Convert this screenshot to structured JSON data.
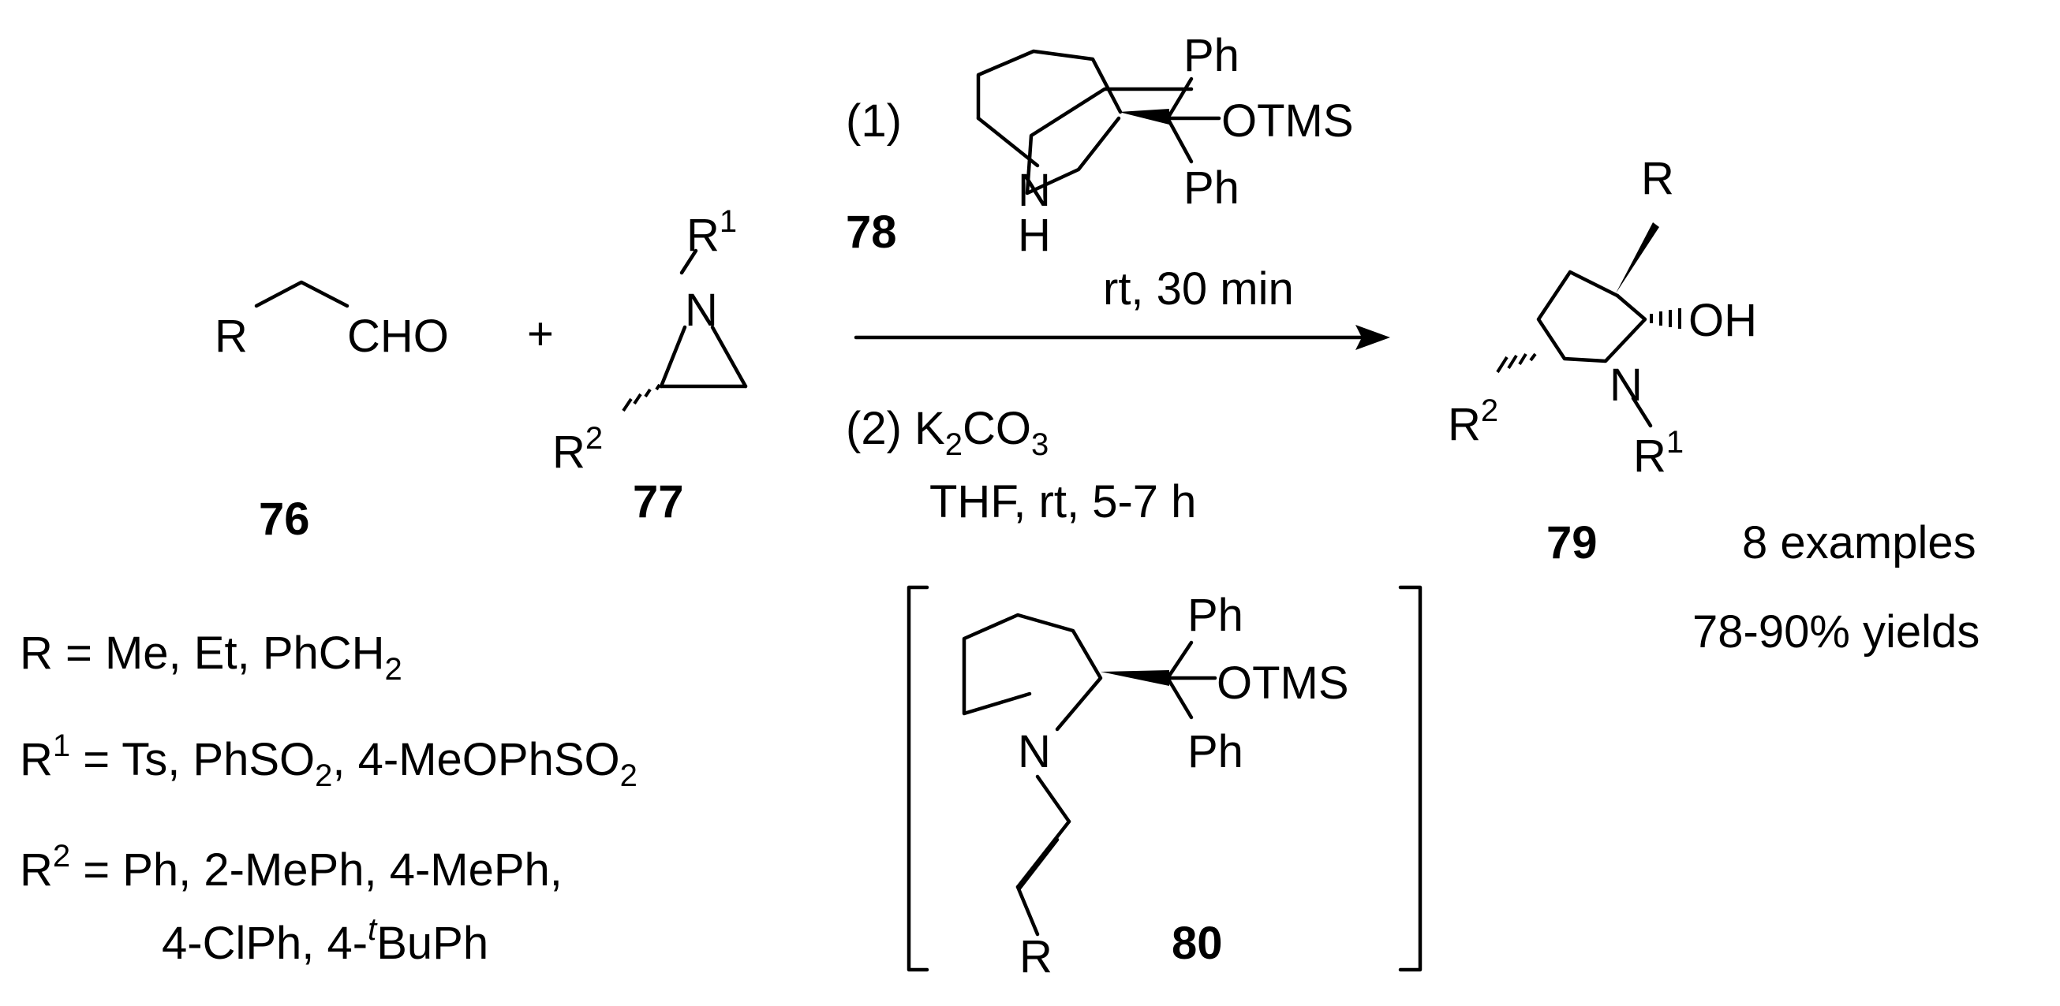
{
  "reactant_76": {
    "r": "R",
    "cho": "CHO",
    "number": "76"
  },
  "plus": "+",
  "reactant_77": {
    "n": "N",
    "r1": "R",
    "r1_sup": "1",
    "r2": "R",
    "r2_sup": "2",
    "number": "77"
  },
  "step1": {
    "label": "(1)",
    "catalyst_number": "78",
    "nh_n": "N",
    "nh_h": "H",
    "ph_top": "Ph",
    "otms": "OTMS",
    "ph_bottom": "Ph",
    "conditions": "rt, 30 min"
  },
  "step2": {
    "label_prefix": "(2) K",
    "label_sub1": "2",
    "label_mid": "CO",
    "label_sub2": "3",
    "conditions": "THF,  rt, 5-7 h"
  },
  "product_79": {
    "r": "R",
    "oh": "OH",
    "n": "N",
    "r2": "R",
    "r2_sup": "2",
    "r1": "R",
    "r1_sup": "1",
    "number": "79",
    "examples": "8 examples",
    "yields": "78-90% yields"
  },
  "intermediate_80": {
    "ph_top": "Ph",
    "otms": "OTMS",
    "ph_bottom": "Ph",
    "n": "N",
    "r": "R",
    "number": "80"
  },
  "substituents": {
    "r_line_prefix": "R = Me, Et, PhCH",
    "r_line_sub": "2",
    "r1_label": "R",
    "r1_sup": "1",
    "r1_mid": " = Ts,  PhSO",
    "r1_sub1": "2",
    "r1_mid2": ", 4-MeOPhSO",
    "r1_sub2": "2",
    "r2_label": "R",
    "r2_sup": "2",
    "r2_line1_rest": " = Ph, 2-MePh, 4-MePh,",
    "r2_line2_prefix": "4-ClPh, 4-",
    "r2_line2_sup": "t",
    "r2_line2_suffix": "BuPh"
  }
}
